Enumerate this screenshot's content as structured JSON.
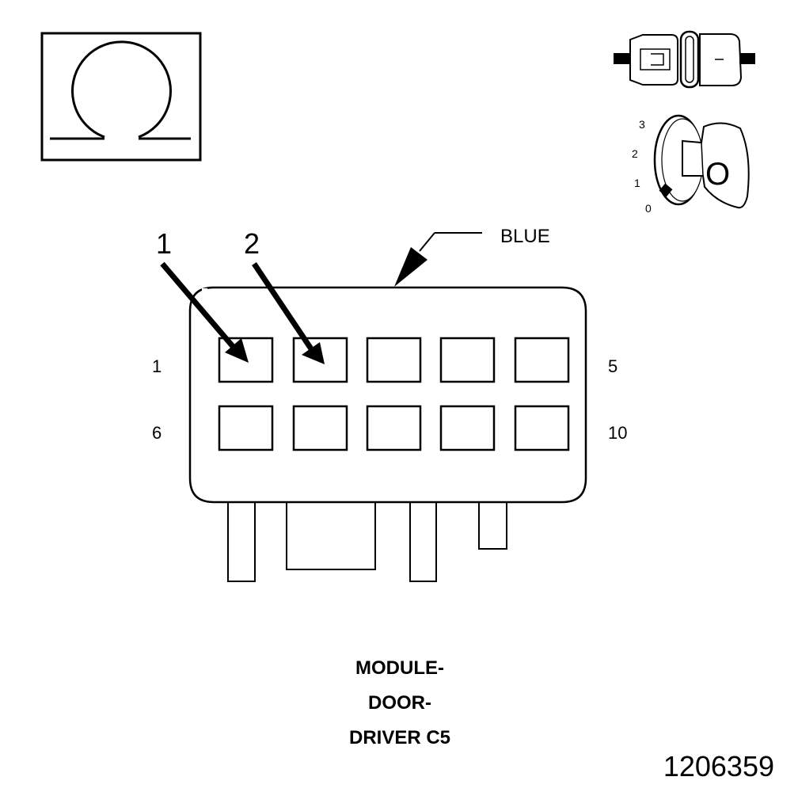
{
  "symbols": {
    "meter": "ohm-symbol",
    "connector": "disconnected-connector-icon",
    "ignition": "ignition-key-icon"
  },
  "ignition": {
    "positions": [
      "3",
      "2",
      "1",
      "0"
    ],
    "key_label": "O"
  },
  "connector": {
    "color_label": "BLUE",
    "row_labels": {
      "top_left": "1",
      "top_right": "5",
      "bottom_left": "6",
      "bottom_right": "10"
    },
    "callouts": [
      "1",
      "2"
    ],
    "cavity_count": 10
  },
  "caption": {
    "line1": "MODULE-",
    "line2": "DOOR-",
    "line3": "DRIVER C5"
  },
  "figure_id": "1206359"
}
